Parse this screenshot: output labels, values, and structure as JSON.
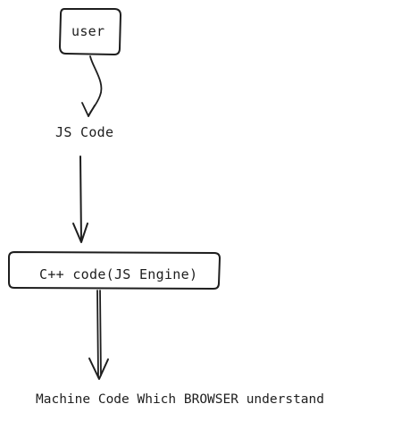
{
  "nodes": {
    "user": {
      "label": "user"
    },
    "js_code": {
      "label": "JS Code"
    },
    "engine": {
      "label": "C++ code(JS Engine)"
    },
    "machine_code": {
      "label": "Machine Code Which BROWSER understand"
    }
  },
  "colors": {
    "stroke": "#1e1e1e",
    "background": "#ffffff"
  }
}
